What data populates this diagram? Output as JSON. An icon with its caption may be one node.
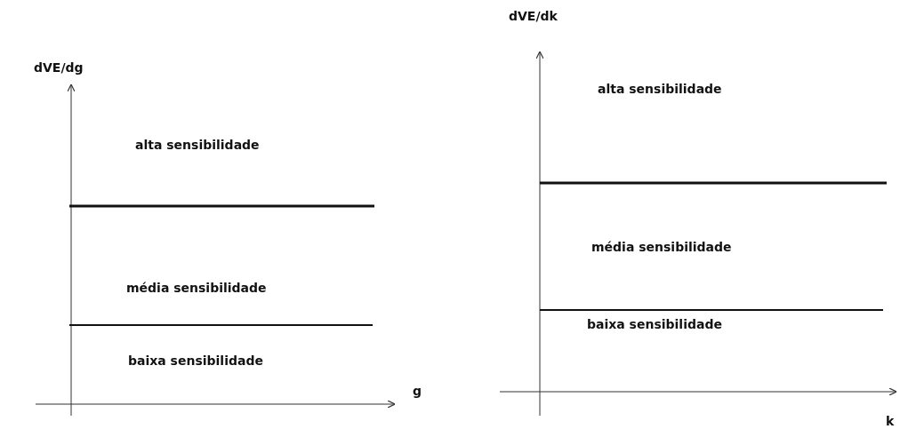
{
  "diagram": {
    "labels": [
      "dVE/dg",
      "alta sensibilidade",
      "média sensibilidade",
      "baixa sensibilidade",
      "g",
      "dVE/dk",
      "alta sensibilidade",
      "média sensibilidade",
      "baixa sensibilidade",
      "k"
    ]
  }
}
